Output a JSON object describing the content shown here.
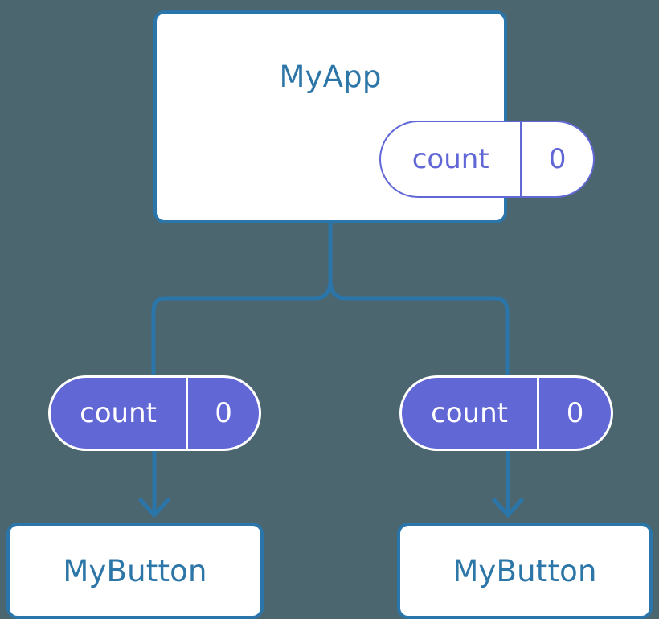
{
  "diagram": {
    "type": "component-state-tree",
    "background_color": "#4c6670",
    "colors": {
      "component_border": "#2a75a9",
      "component_text": "#2d76a8",
      "state_accent": "#6168d6",
      "connector": "#2a75a9",
      "pill_filled_text": "#ffffff"
    },
    "root": {
      "title": "MyApp",
      "state": {
        "name": "count",
        "value": "0"
      }
    },
    "children": [
      {
        "state": {
          "name": "count",
          "value": "0"
        },
        "component": {
          "title": "MyButton"
        }
      },
      {
        "state": {
          "name": "count",
          "value": "0"
        },
        "component": {
          "title": "MyButton"
        }
      }
    ]
  }
}
